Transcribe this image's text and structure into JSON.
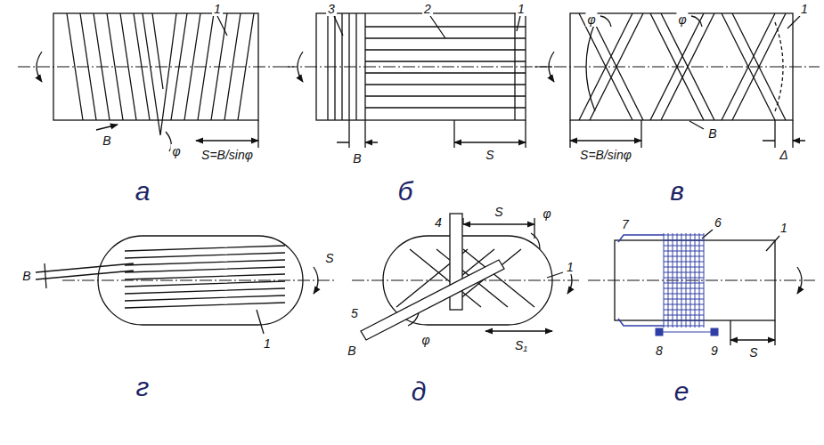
{
  "diagram": {
    "labels": [
      "1",
      "φ",
      "B",
      "S=B/sinφ",
      "а",
      "3",
      "2",
      "1",
      "B",
      "S",
      "б",
      "φ",
      "φ",
      "1",
      "S=B/sinφ",
      "B",
      "Δ",
      "в",
      "B",
      "S",
      "1",
      "г",
      "4",
      "S",
      "φ",
      "1",
      "5",
      "B",
      "φ",
      "S₁",
      "д",
      "7",
      "6",
      "1",
      "8",
      "9",
      "S",
      "е"
    ]
  }
}
